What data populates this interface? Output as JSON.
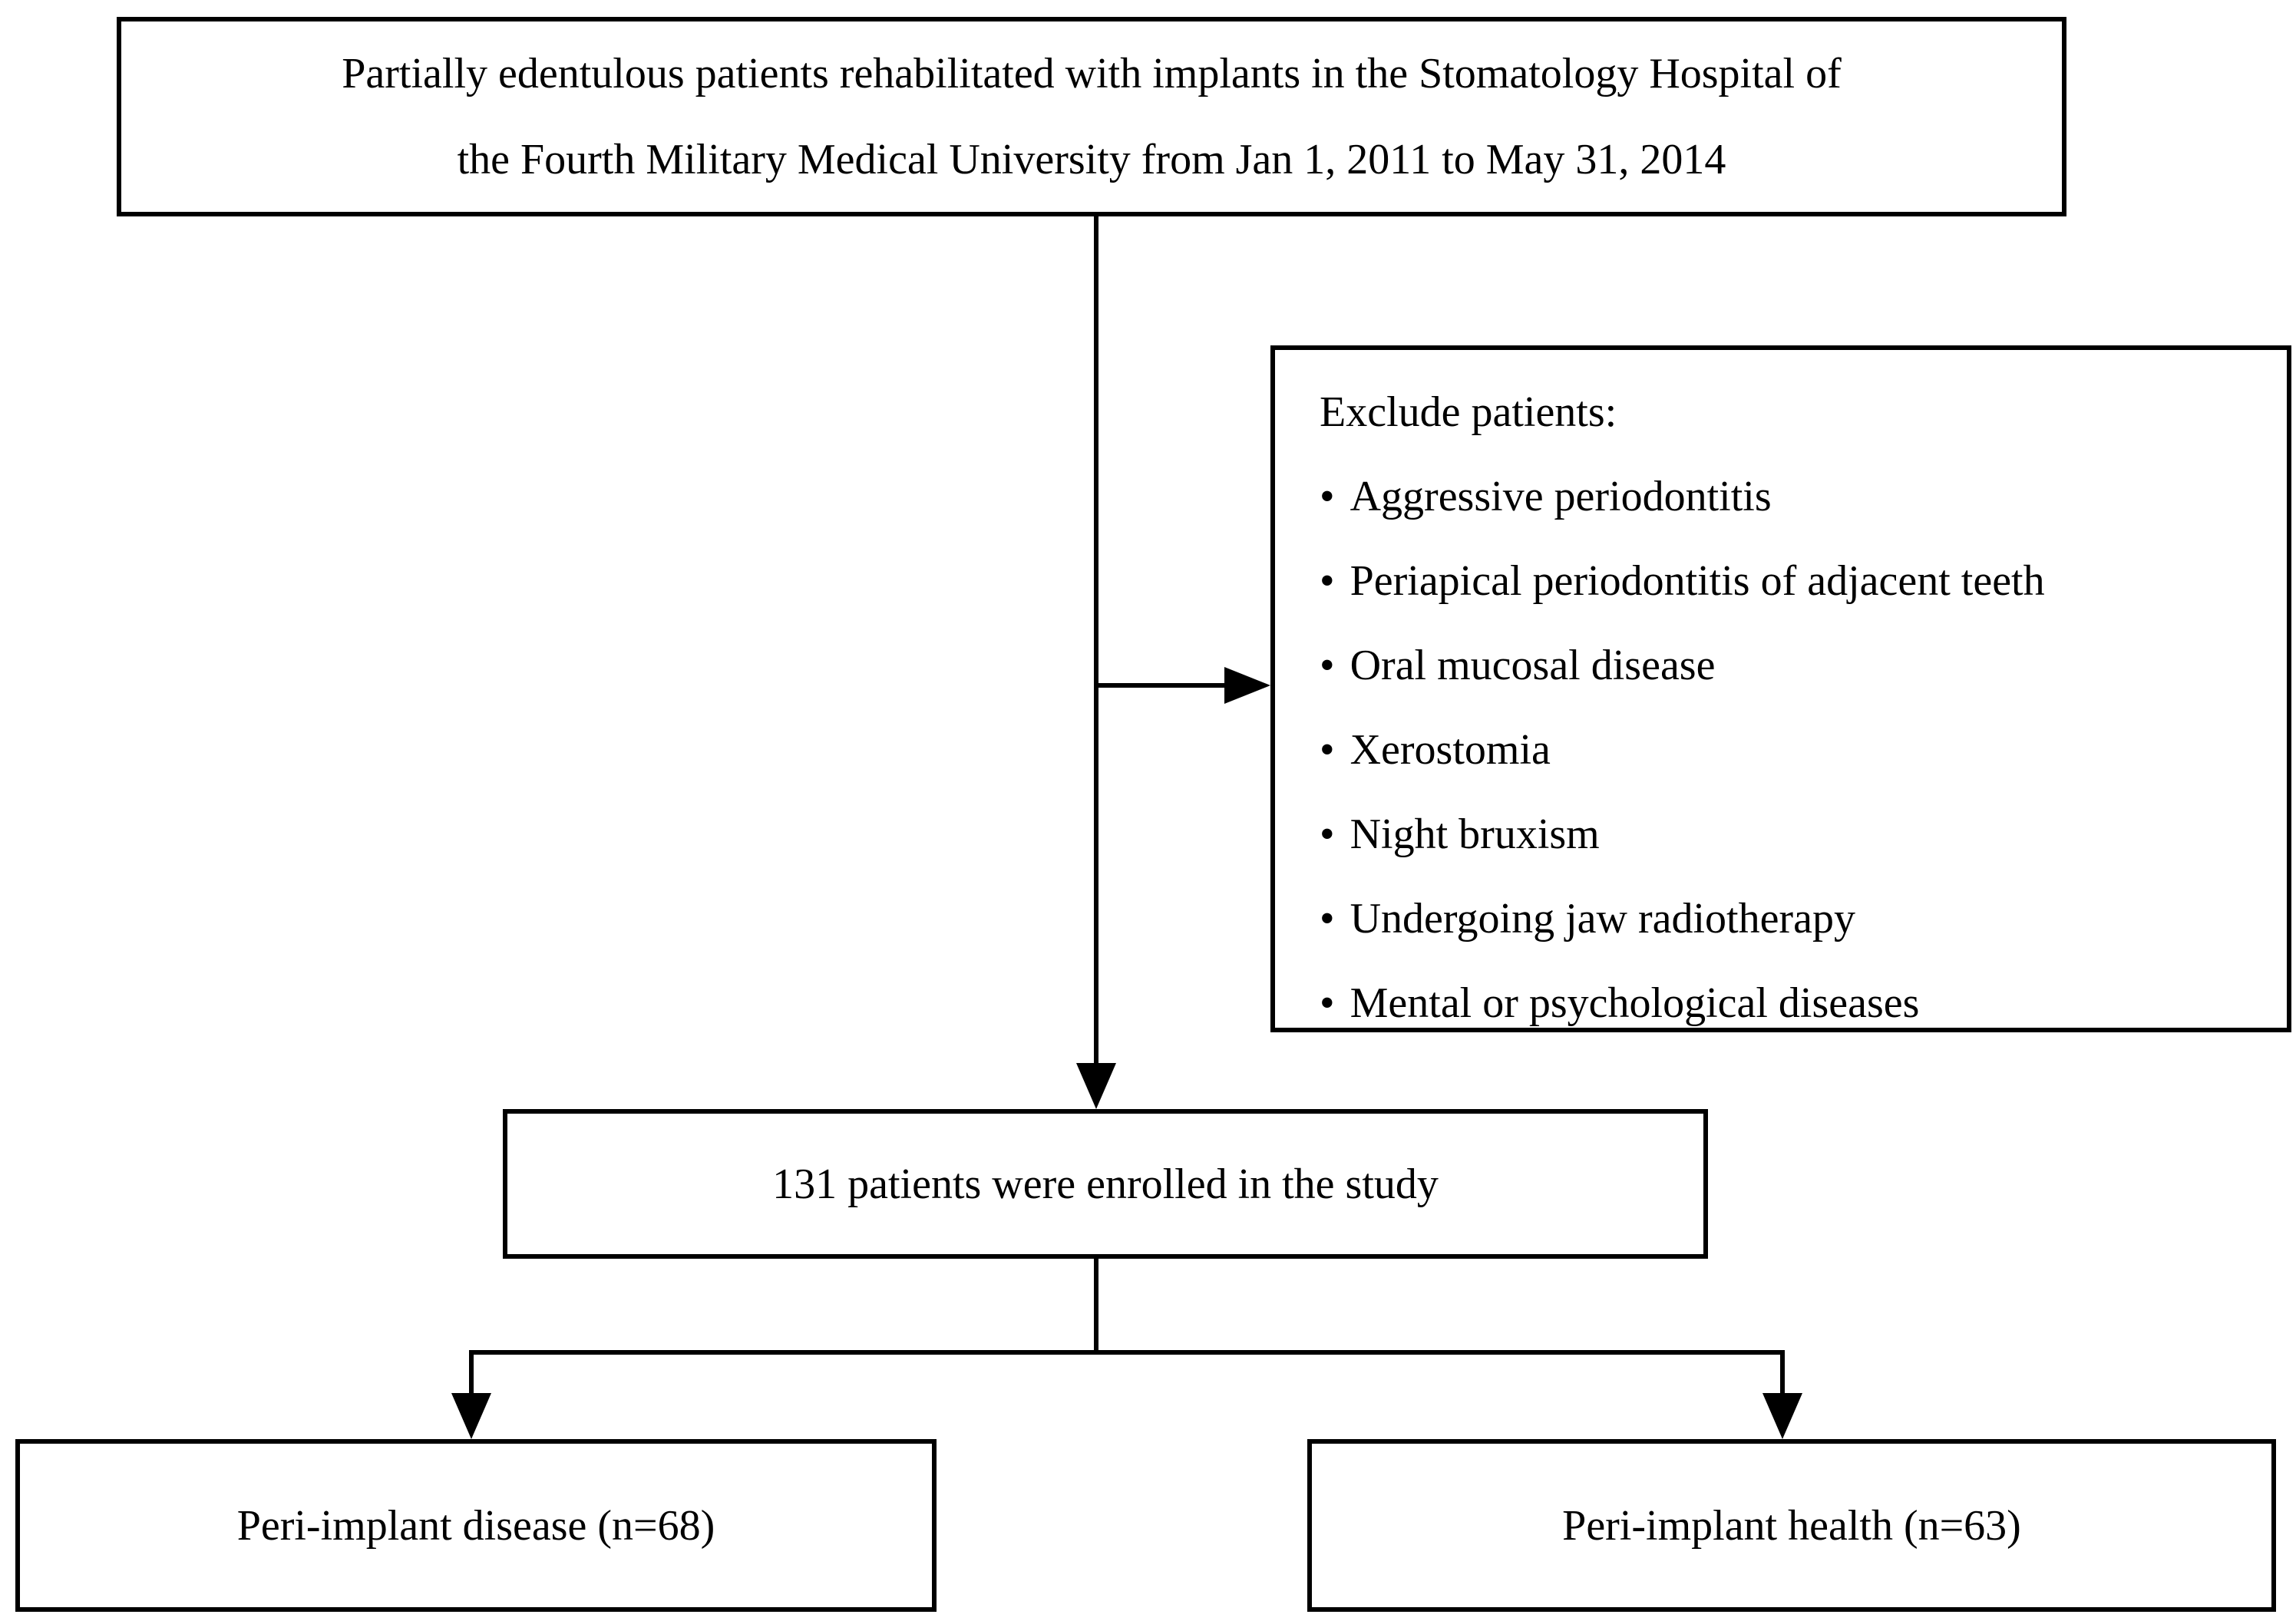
{
  "flowchart": {
    "source_box": {
      "lines": [
        "Partially edentulous patients rehabilitated with implants in the Stomatology Hospital of",
        "the Fourth Military Medical University from Jan 1, 2011 to May 31, 2014"
      ]
    },
    "exclusion_box": {
      "title": "Exclude patients:",
      "bullet_char": "•",
      "items": [
        "Aggressive periodontitis",
        "Periapical periodontitis of adjacent teeth",
        "Oral mucosal disease",
        "Xerostomia",
        "Night bruxism",
        "Undergoing jaw radiotherapy",
        "Mental or psychological diseases"
      ]
    },
    "enrolled_box": {
      "text": "131 patients were enrolled in the study"
    },
    "branch_left_box": {
      "text": "Peri-implant disease (n=68)"
    },
    "branch_right_box": {
      "text": "Peri-implant health (n=63)"
    },
    "colors": {
      "border": "#000000",
      "text": "#000000",
      "background": "#ffffff"
    }
  }
}
